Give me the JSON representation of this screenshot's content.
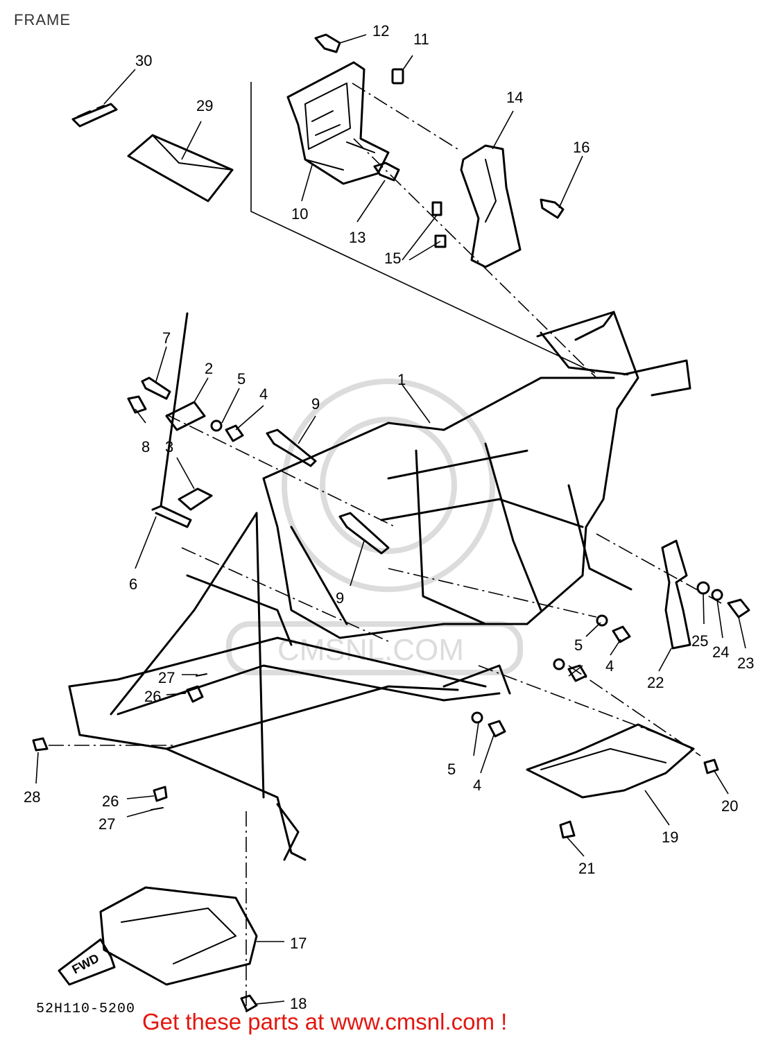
{
  "page": {
    "title": "FRAME"
  },
  "diagram": {
    "code": "52H110-5200",
    "fwd_label": "FWD",
    "watermark": "CMSNL.COM",
    "callouts": [
      {
        "id": "c1",
        "label": "1"
      },
      {
        "id": "c2",
        "label": "2"
      },
      {
        "id": "c3",
        "label": "3"
      },
      {
        "id": "c4a",
        "label": "4"
      },
      {
        "id": "c4b",
        "label": "4"
      },
      {
        "id": "c4c",
        "label": "4"
      },
      {
        "id": "c5a",
        "label": "5"
      },
      {
        "id": "c5b",
        "label": "5"
      },
      {
        "id": "c5c",
        "label": "5"
      },
      {
        "id": "c6",
        "label": "6"
      },
      {
        "id": "c7",
        "label": "7"
      },
      {
        "id": "c8",
        "label": "8"
      },
      {
        "id": "c9a",
        "label": "9"
      },
      {
        "id": "c9b",
        "label": "9"
      },
      {
        "id": "c10",
        "label": "10"
      },
      {
        "id": "c11",
        "label": "11"
      },
      {
        "id": "c12",
        "label": "12"
      },
      {
        "id": "c13",
        "label": "13"
      },
      {
        "id": "c14",
        "label": "14"
      },
      {
        "id": "c15",
        "label": "15"
      },
      {
        "id": "c16",
        "label": "16"
      },
      {
        "id": "c17",
        "label": "17"
      },
      {
        "id": "c18",
        "label": "18"
      },
      {
        "id": "c19",
        "label": "19"
      },
      {
        "id": "c20",
        "label": "20"
      },
      {
        "id": "c21",
        "label": "21"
      },
      {
        "id": "c22",
        "label": "22"
      },
      {
        "id": "c23",
        "label": "23"
      },
      {
        "id": "c24",
        "label": "24"
      },
      {
        "id": "c25",
        "label": "25"
      },
      {
        "id": "c26a",
        "label": "26"
      },
      {
        "id": "c26b",
        "label": "26"
      },
      {
        "id": "c27a",
        "label": "27"
      },
      {
        "id": "c27b",
        "label": "27"
      },
      {
        "id": "c28",
        "label": "28"
      },
      {
        "id": "c29",
        "label": "29"
      },
      {
        "id": "c30",
        "label": "30"
      }
    ]
  },
  "promo": {
    "text": "Get these parts at www.cmsnl.com !"
  },
  "colors": {
    "promo": "#e3160f",
    "line": "#000000",
    "watermark": "#dcdcdc"
  }
}
